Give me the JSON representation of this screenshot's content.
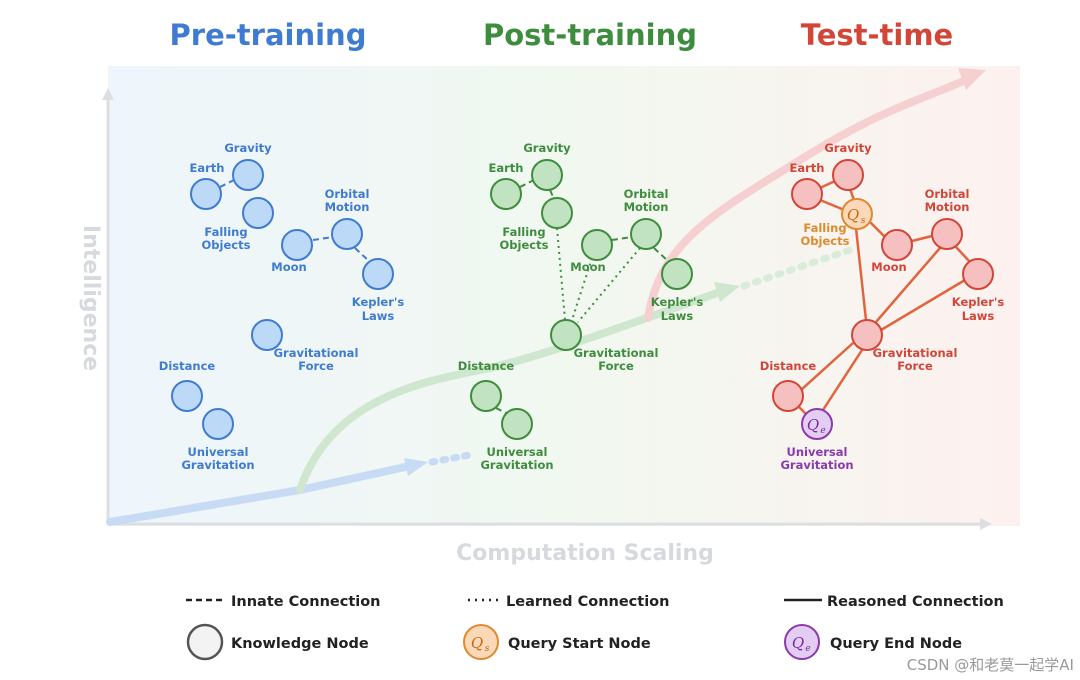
{
  "phases": {
    "pre": {
      "title": "Pre-training",
      "color": "#3f7bd0"
    },
    "post": {
      "title": "Post-training",
      "color": "#3e8d3e"
    },
    "test": {
      "title": "Test-time",
      "color": "#d24638"
    }
  },
  "axes": {
    "y_label": "Intelligence",
    "x_label": "Computation Scaling"
  },
  "node_labels": {
    "gravity": "Gravity",
    "earth": "Earth",
    "falling_objects_1": "Falling",
    "falling_objects_2": "Objects",
    "orbital_motion_1": "Orbital",
    "orbital_motion_2": "Motion",
    "moon": "Moon",
    "keplers_laws_1": "Kepler's",
    "keplers_laws_2": "Laws",
    "gravitational_force_1": "Gravitational",
    "gravitational_force_2": "Force",
    "distance": "Distance",
    "universal_gravitation_1": "Universal",
    "universal_gravitation_2": "Gravitation"
  },
  "query_nodes": {
    "start_symbol": "Q",
    "start_subscript": "s",
    "end_symbol": "Q",
    "end_subscript": "e"
  },
  "legend": {
    "innate": "Innate Connection",
    "learned": "Learned Connection",
    "reasoned": "Reasoned Connection",
    "knowledge_node": "Knowledge Node",
    "query_start": "Query Start Node",
    "query_end": "Query End Node"
  },
  "colors": {
    "pre_fill": "#bcdaf7",
    "pre_stroke": "#3f7bd0",
    "post_fill": "#c2e3c2",
    "post_stroke": "#3e8d3e",
    "test_fill": "#f6c0c0",
    "test_stroke": "#d24638",
    "query_start_fill": "#fbd9b8",
    "query_start_stroke": "#e08a30",
    "query_end_fill": "#e3cdf2",
    "query_end_stroke": "#8b3aad"
  },
  "watermark": "CSDN @和老莫一起学AI"
}
